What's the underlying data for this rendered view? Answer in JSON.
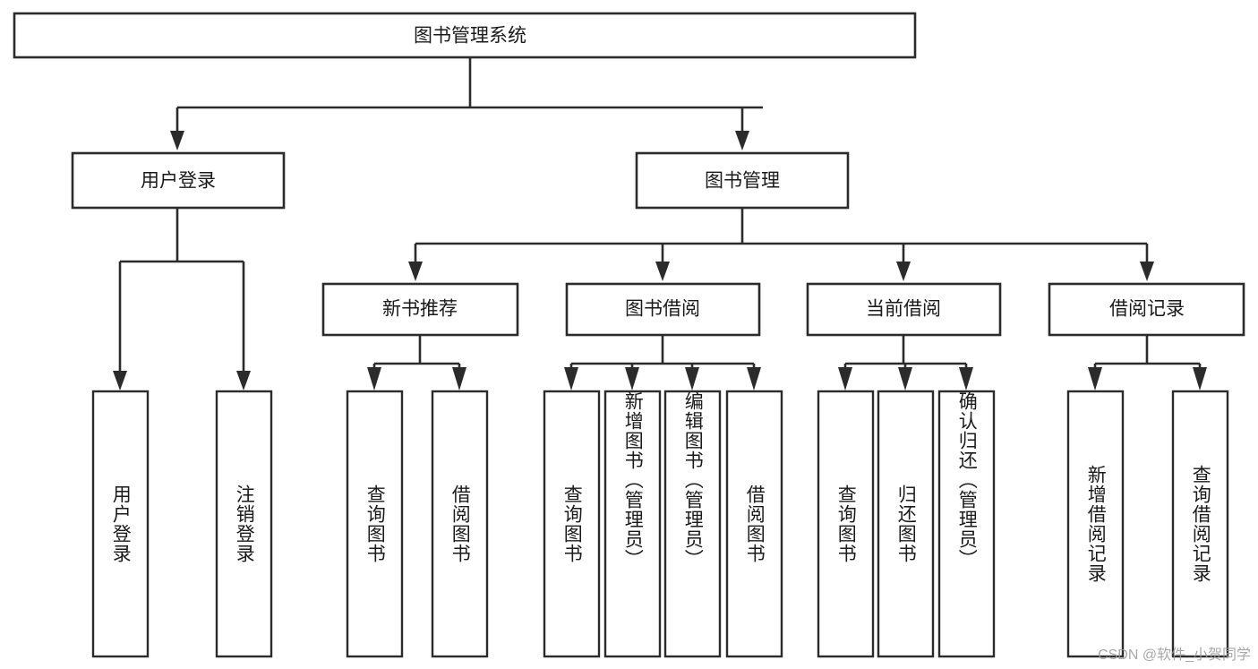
{
  "diagram": {
    "type": "tree-hierarchy-diagram",
    "title": "图书管理系统",
    "root": {
      "id": "root",
      "label": "图书管理系统"
    },
    "level1": [
      {
        "id": "user-login",
        "label": "用户登录"
      },
      {
        "id": "book-management",
        "label": "图书管理"
      }
    ],
    "level2": [
      {
        "id": "new-book-recommend",
        "label": "新书推荐",
        "parent": "book-management"
      },
      {
        "id": "book-borrow",
        "label": "图书借阅",
        "parent": "book-management"
      },
      {
        "id": "current-borrow",
        "label": "当前借阅",
        "parent": "book-management"
      },
      {
        "id": "borrow-record",
        "label": "借阅记录",
        "parent": "book-management"
      }
    ],
    "leaves": [
      {
        "id": "leaf-user-login",
        "label": "用户登录",
        "parent": "user-login"
      },
      {
        "id": "leaf-logout-login",
        "label": "注销登录",
        "parent": "user-login"
      },
      {
        "id": "leaf-query-book-1",
        "label": "查询图书",
        "parent": "new-book-recommend"
      },
      {
        "id": "leaf-borrow-book-1",
        "label": "借阅图书",
        "parent": "new-book-recommend"
      },
      {
        "id": "leaf-query-book-2",
        "label": "查询图书",
        "parent": "book-borrow"
      },
      {
        "id": "leaf-add-book",
        "label": "新增图书（管理员）",
        "parent": "book-borrow"
      },
      {
        "id": "leaf-edit-book",
        "label": "编辑图书（管理员）",
        "parent": "book-borrow"
      },
      {
        "id": "leaf-borrow-book-2",
        "label": "借阅图书",
        "parent": "book-borrow"
      },
      {
        "id": "leaf-query-book-3",
        "label": "查询图书",
        "parent": "current-borrow"
      },
      {
        "id": "leaf-return-book",
        "label": "归还图书",
        "parent": "current-borrow"
      },
      {
        "id": "leaf-confirm-return",
        "label": "确认归还（管理员）",
        "parent": "current-borrow"
      },
      {
        "id": "leaf-add-record",
        "label": "新增借阅记录",
        "parent": "borrow-record"
      },
      {
        "id": "leaf-query-record",
        "label": "查询借阅记录",
        "parent": "borrow-record"
      }
    ],
    "watermark": "CSDN @软件_小贺同学",
    "colors": {
      "background": "#ffffff",
      "stroke": "#2b2b2b",
      "text": "#1a1a1a",
      "watermark": "#9a9a9a"
    }
  }
}
